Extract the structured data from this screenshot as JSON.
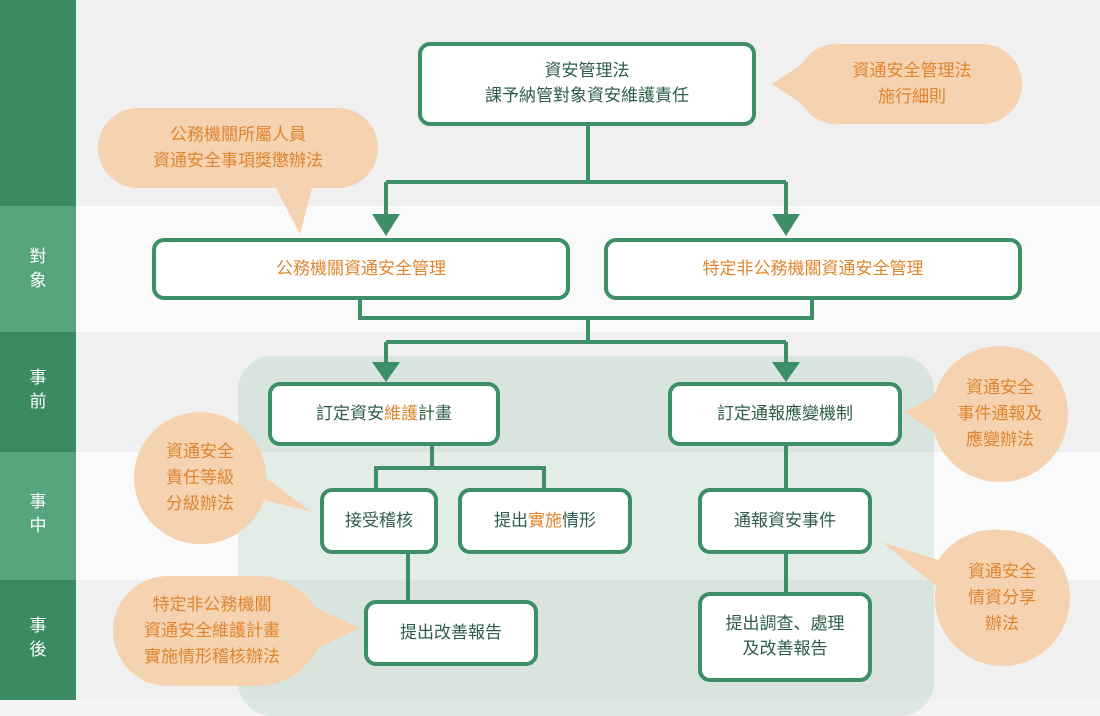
{
  "colors": {
    "band_dark": "#f0f0f0",
    "band_light": "#fafafa",
    "sidebar_dark": "#3a8a62",
    "sidebar_light": "#57a57c",
    "box_border": "#3e8e68",
    "connector": "#3e8e68",
    "bubble_fill": "#f5d2b0",
    "accent_text": "#e0852f",
    "box_text": "#2e5e47"
  },
  "sidebar": {
    "target": "對\n象",
    "before": "事\n前",
    "during": "事\n中",
    "after": "事\n後"
  },
  "boxes": {
    "root": "資安管理法\n課予納管對象資安維護責任",
    "public": "公務機關資通安全管理",
    "private": "特定非公務機關資通安全管理",
    "plan": {
      "a": "訂定資安",
      "b": "維護",
      "c": "計畫"
    },
    "report_mech": "訂定通報應變機制",
    "audit": "接受稽核",
    "implement": {
      "a": "提出",
      "b": "實施",
      "c": "情形"
    },
    "notify": "通報資安事件",
    "improve_report": "提出改善報告",
    "investigate": "提出調查、處理\n及改善報告"
  },
  "bubbles": {
    "enforcement_rules": "資通安全管理法\n施行細則",
    "personnel_rewards": "公務機關所屬人員\n資通安全事項獎懲辦法",
    "responsibility_levels": "資通安全\n責任等級\n分級辦法",
    "incident_response": "資通安全\n事件通報及\n應變辦法",
    "intel_sharing": "資通安全\n情資分享\n辦法",
    "audit_rules": "特定非公務機關\n資通安全維護計畫\n實施情形稽核辦法"
  }
}
